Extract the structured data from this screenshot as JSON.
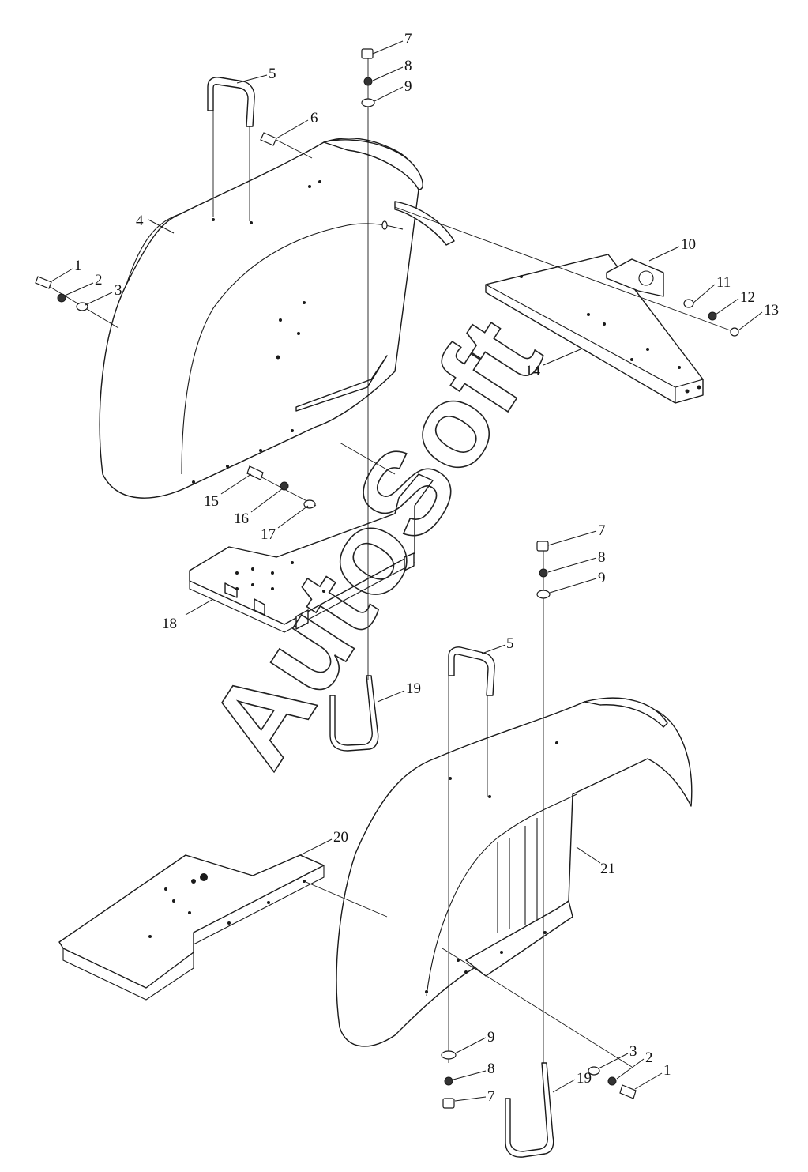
{
  "watermark": "AutoSoft",
  "callouts": {
    "c1a": "1",
    "c2a": "2",
    "c3a": "3",
    "c4": "4",
    "c5a": "5",
    "c6": "6",
    "c7a": "7",
    "c8a": "8",
    "c9a": "9",
    "c10": "10",
    "c11": "11",
    "c12": "12",
    "c13": "13",
    "c14": "14",
    "c15": "15",
    "c16": "16",
    "c17": "17",
    "c18": "18",
    "c19a": "19",
    "c5b": "5",
    "c7b": "7",
    "c8b": "8",
    "c9b": "9",
    "c20": "20",
    "c21": "21",
    "c9c": "9",
    "c8c": "8",
    "c7c": "7",
    "c3b": "3",
    "c2b": "2",
    "c1b": "1",
    "c19b": "19"
  }
}
